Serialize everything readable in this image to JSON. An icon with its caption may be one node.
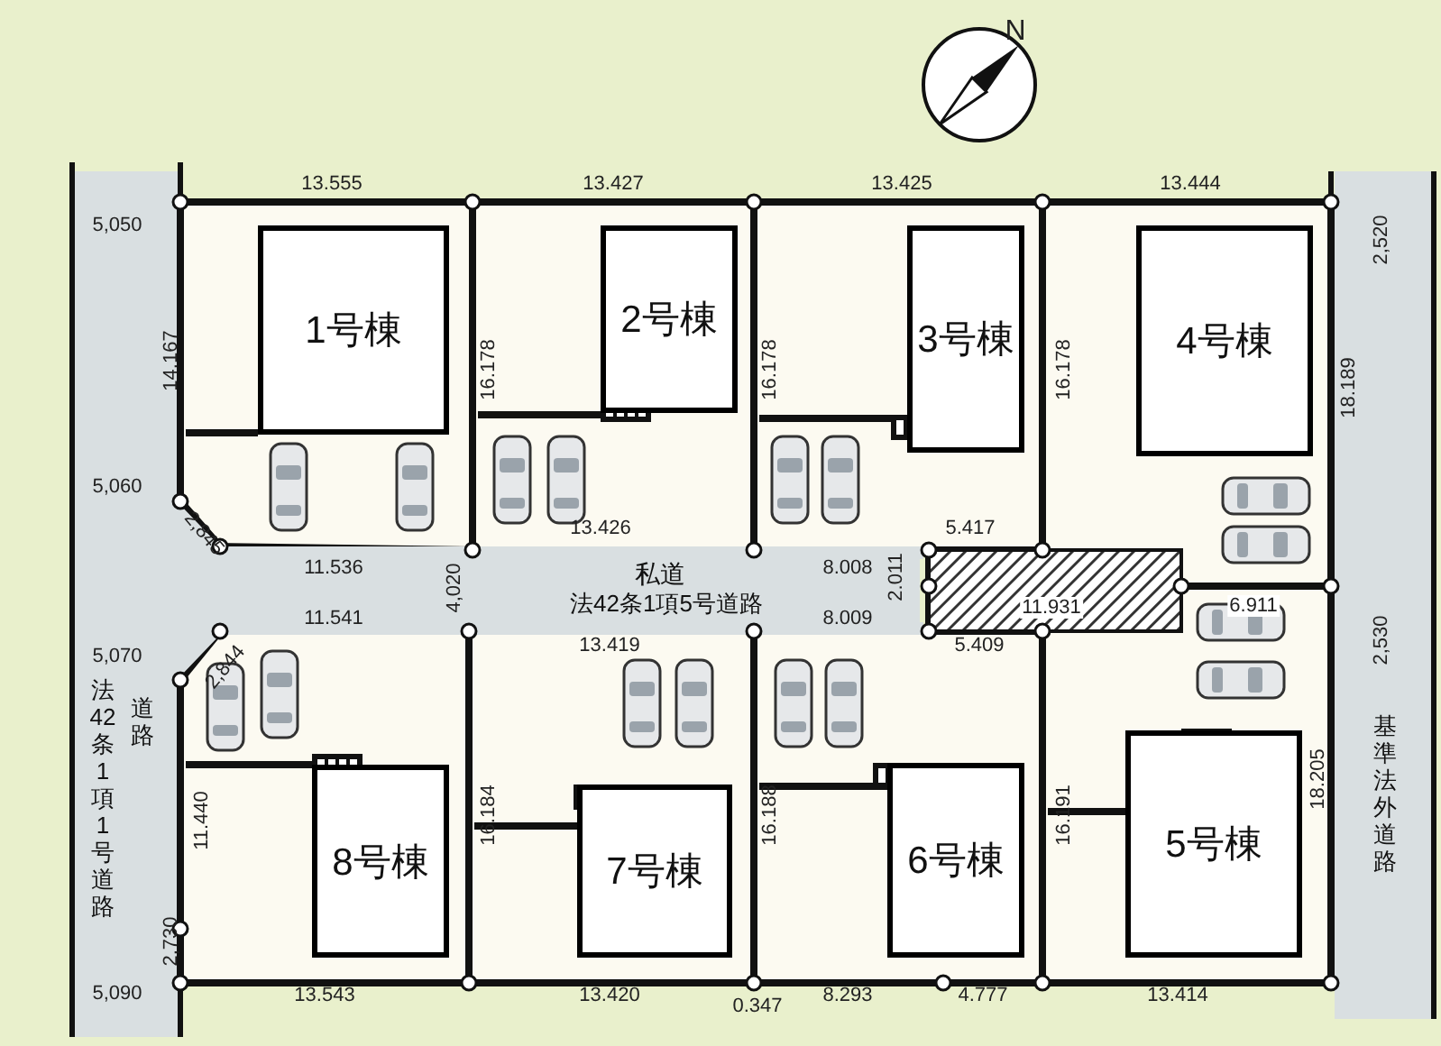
{
  "diagram": {
    "nodes": [
      {
        "text": [
          "1号棟"
        ]
      },
      {
        "text": [
          "2号棟"
        ]
      },
      {
        "text": [
          "3号棟"
        ]
      },
      {
        "text": [
          "4号棟"
        ]
      },
      {
        "text": [
          "私道",
          "法42条1項5号道路"
        ]
      },
      {
        "text": [
          "法42条1項1号道路",
          "道路"
        ]
      },
      {
        "text": [
          "8号棟"
        ]
      },
      {
        "text": [
          "7号棟"
        ]
      },
      {
        "text": [
          "6号棟"
        ]
      },
      {
        "text": [
          "5号棟"
        ]
      },
      {
        "text": [
          "基準法外道路"
        ]
      }
    ],
    "labels": [
      "N",
      "13.555",
      "13.427",
      "13.425",
      "13.444",
      "5,050",
      "2,520",
      "14.167",
      "16.178",
      "16.178",
      "16.178",
      "18.189",
      "5,060",
      "2,845",
      "13.426",
      "5.417",
      "11.536",
      "4,020",
      "8.008",
      "2.011",
      "11.931",
      "6.911",
      "11.541",
      "8.009",
      "5,070",
      "2,844",
      "13.419",
      "5.409",
      "2,530",
      "11.440",
      "16.184",
      "16.188",
      "16.191",
      "18.205",
      "2,730",
      "5,090",
      "13.543",
      "13.420",
      "0.347",
      "8.293",
      "4.777",
      "13.414"
    ]
  }
}
